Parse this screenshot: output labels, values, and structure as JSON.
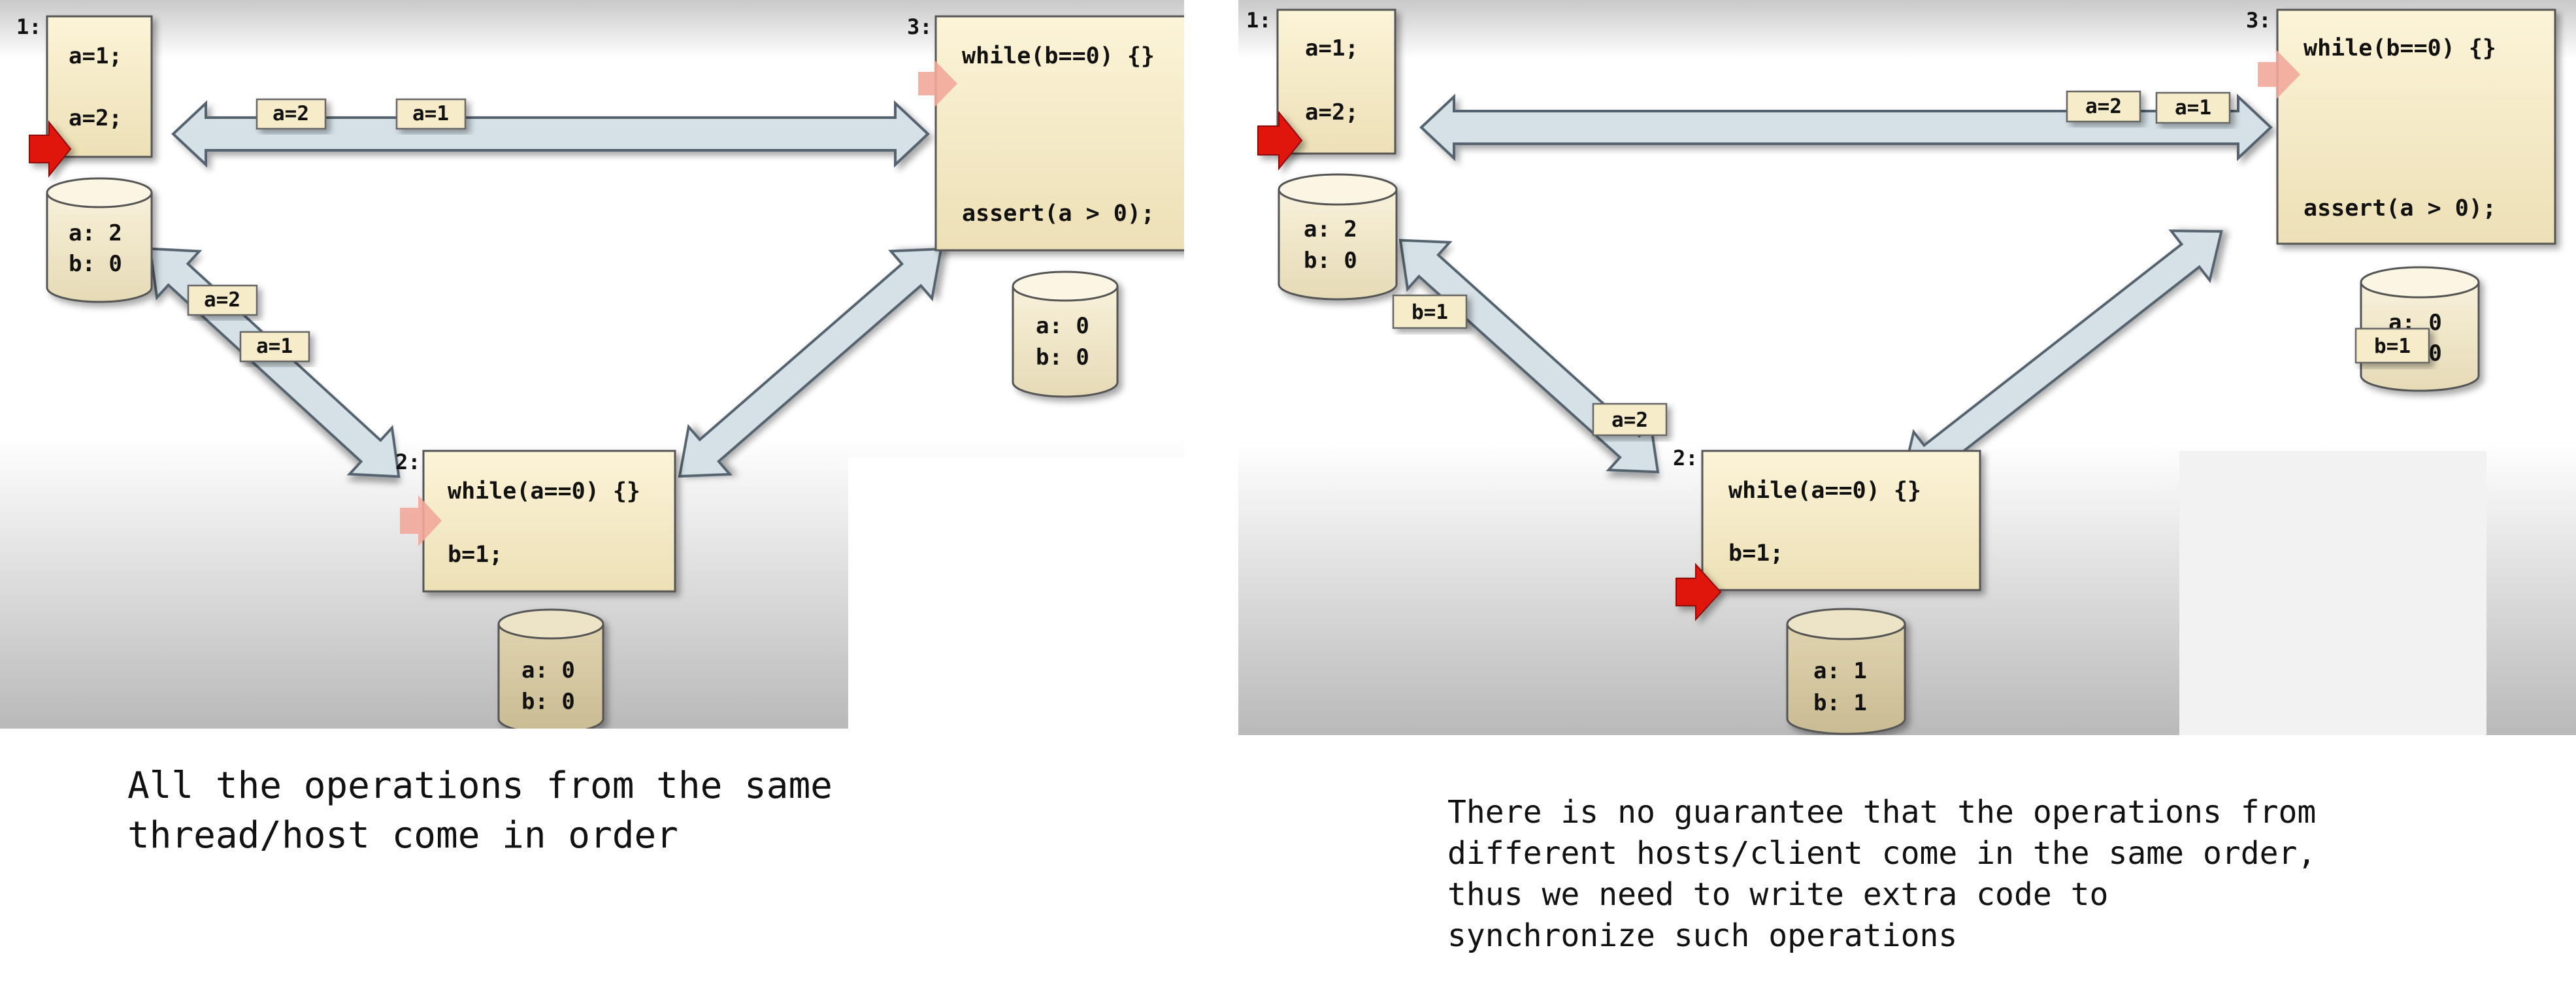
{
  "scenarios": [
    {
      "host1": {
        "label": "1:",
        "code": [
          "a=1;",
          "a=2;"
        ],
        "store": [
          "a: 2",
          "b: 0"
        ]
      },
      "host2": {
        "label": "2:",
        "code": [
          "while(a==0) {}",
          "b=1;"
        ],
        "store": [
          "a: 0",
          "b: 0"
        ]
      },
      "host3": {
        "label": "3:",
        "code": [
          "while(b==0) {}",
          "assert(a > 0);"
        ],
        "store": [
          "a: 0",
          "b: 0"
        ]
      },
      "messages_link_1_3": [
        "a=2",
        "a=1"
      ],
      "messages_link_1_2": [
        "a=2",
        "a=1"
      ],
      "caption": [
        "All the operations from the same",
        "thread/host come in order"
      ]
    },
    {
      "host1": {
        "label": "1:",
        "code": [
          "a=1;",
          "a=2;"
        ],
        "store": [
          "a: 2",
          "b: 0"
        ]
      },
      "host2": {
        "label": "2:",
        "code": [
          "while(a==0) {}",
          "b=1;"
        ],
        "store": [
          "a: 1",
          "b: 1"
        ]
      },
      "host3": {
        "label": "3:",
        "code": [
          "while(b==0) {}",
          "assert(a > 0);"
        ],
        "store": [
          "a: 0",
          "a: 0"
        ],
        "store_overlay_message": "b=1"
      },
      "messages_link_1_3": [
        "a=2",
        "a=1"
      ],
      "messages_link_1_2": [
        "b=1",
        "a=2"
      ],
      "caption": [
        "There is no guarantee that the operations from",
        "different hosts/client come in the same order,",
        "thus we need to write extra code to",
        "synchronize such operations"
      ]
    }
  ],
  "colors": {
    "box_fill": "#f6ecc9",
    "store_fill": "#f3ead0",
    "link_fill": "#d5e1e6",
    "active_pointer": "#e0140a",
    "inactive_pointer": "#f2a79a"
  }
}
